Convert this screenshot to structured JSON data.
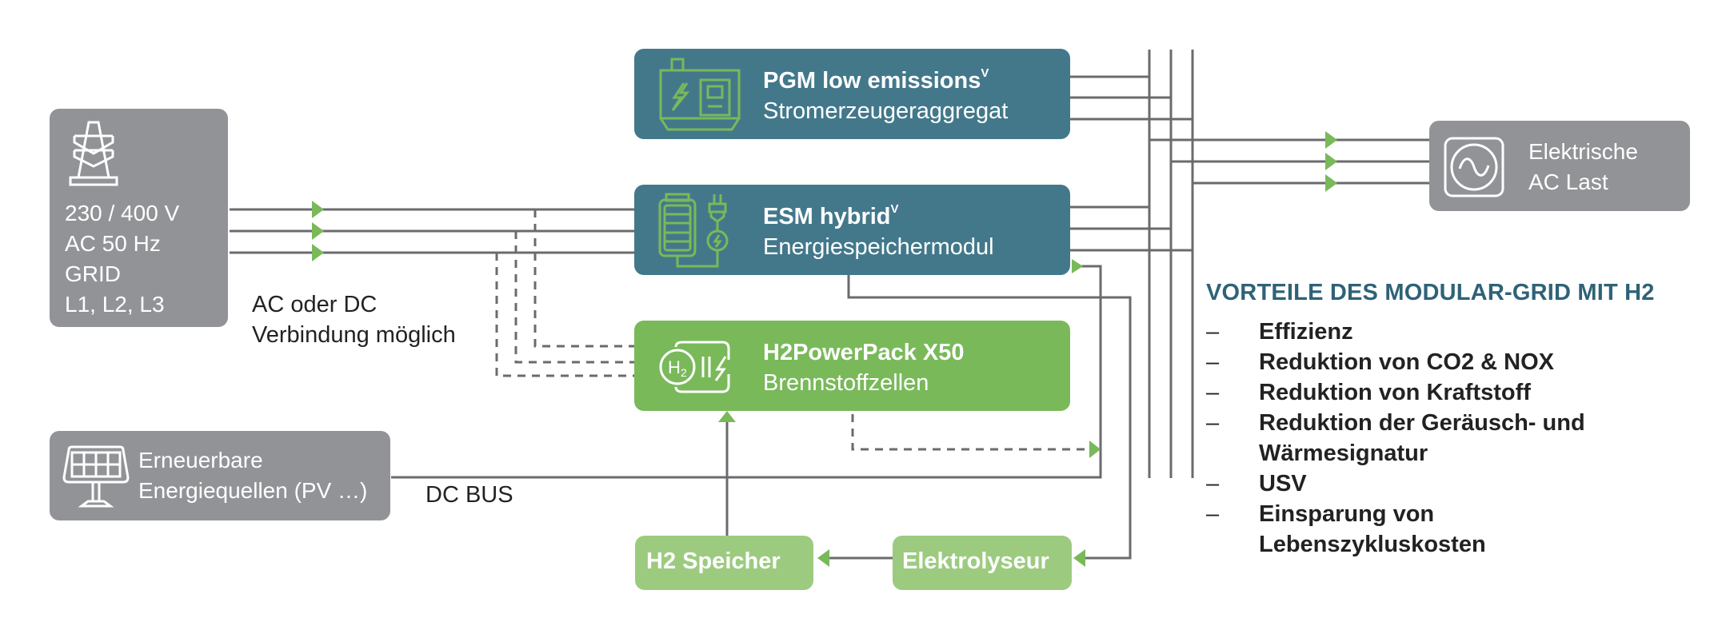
{
  "colors": {
    "gray_box": "#929397",
    "teal_box": "#43788b",
    "green_box": "#79b95a",
    "light_green_box": "#9ccb80",
    "wire": "#6b6b6f",
    "arrow": "#79b95a",
    "heading": "#2f6277"
  },
  "grid": {
    "icon": "power-pylon-icon",
    "lines": [
      "230 / 400 V",
      "AC 50 Hz",
      "GRID",
      "L1, L2, L3"
    ]
  },
  "pgm": {
    "icon": "generator-icon",
    "title": "PGM low emissions",
    "title_sup": "V",
    "subtitle": "Stromerzeugeraggregat"
  },
  "esm": {
    "icon": "battery-plug-icon",
    "title": "ESM hybrid",
    "title_sup": "V",
    "subtitle": "Energiespeichermodul"
  },
  "h2pp": {
    "icon": "hydrogen-fuel-cell-icon",
    "title": "H2PowerPack X50",
    "subtitle": "Brennstoffzellen"
  },
  "renewables": {
    "icon": "solar-panel-icon",
    "lines": [
      "Erneuerbare",
      "Energiequellen (PV …)"
    ]
  },
  "load": {
    "icon": "ac-sine-icon",
    "lines": [
      "Elektrische",
      "AC Last"
    ]
  },
  "h2_storage": {
    "label": "H2 Speicher"
  },
  "electrolyser": {
    "label": "Elektrolyseur"
  },
  "labels": {
    "ac_dc": [
      "AC oder DC",
      "Verbindung möglich"
    ],
    "dc_bus": "DC BUS"
  },
  "advantages": {
    "title": "VORTEILE DES MODULAR-GRID MIT H2",
    "bullet": "–",
    "items": [
      "Effizienz",
      "Reduktion von CO2 & NOX",
      "Reduktion von Kraftstoff",
      "Reduktion der Geräusch- und Wärmesignatur",
      "USV",
      "Einsparung von Lebenszykluskosten"
    ]
  }
}
